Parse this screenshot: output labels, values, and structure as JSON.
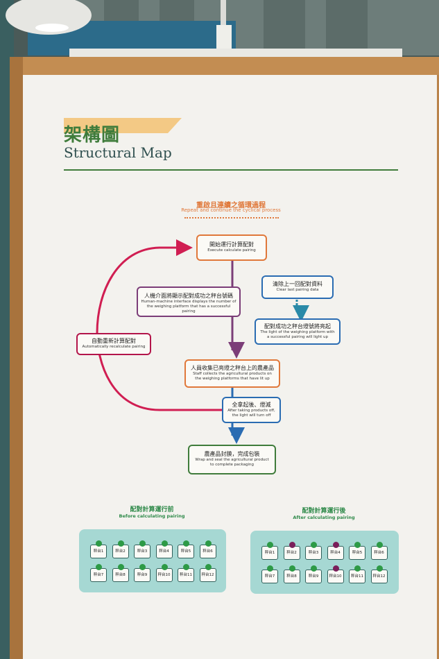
{
  "heading": {
    "zh": "架構圖",
    "en": "Structural Map"
  },
  "repeat": {
    "zh": "重啟且連續之循環過程",
    "en": "Repeat and continue the cyclical process"
  },
  "boxes": {
    "execute": {
      "zh": "開始運行計算配對",
      "en": "Execute calculate pairing"
    },
    "hmi": {
      "zh": "人機介面將顯示配對成功之秤台號碼",
      "en1": "Human-machine interface displays the number of",
      "en2": "the weighing platform that has a successful pairing"
    },
    "clear": {
      "zh": "清除上一回配對資料",
      "en": "Clear last pairing data"
    },
    "light": {
      "zh": "配對成功之秤台燈號將亮起",
      "en1": "The light of the weighing platform with",
      "en2": "a successful pairing will light up"
    },
    "recalc": {
      "zh": "自動重新計算配對",
      "en": "Automatically recalculate pairing"
    },
    "collect": {
      "zh": "人員收集已亮燈之秤台上的農產品",
      "en1": "Staff collects the agricultural products on",
      "en2": "the weighing platforms that have lit up"
    },
    "off": {
      "zh": "全拿起後、燈滅",
      "en1": "After taking products off,",
      "en2": "the light will turn off"
    },
    "wrap": {
      "zh": "農產品封膜，完成包裝",
      "en1": "Wrap and seal the agricultural product",
      "en2": "to complete packaging"
    }
  },
  "before": {
    "zh": "配對計算運行前",
    "en": "Before calculating pairing",
    "platforms": [
      "秤台1",
      "秤台2",
      "秤台3",
      "秤台4",
      "秤台5",
      "秤台6",
      "秤台7",
      "秤台8",
      "秤台9",
      "秤台10",
      "秤台11",
      "秤台12"
    ],
    "lit": [
      false,
      false,
      false,
      false,
      false,
      false,
      false,
      false,
      false,
      false,
      false,
      false
    ]
  },
  "after": {
    "zh": "配對計算運行後",
    "en": "After calculating pairing",
    "platforms": [
      "秤台1",
      "秤台2",
      "秤台3",
      "秤台4",
      "秤台5",
      "秤台6",
      "秤台7",
      "秤台8",
      "秤台9",
      "秤台10",
      "秤台11",
      "秤台12"
    ],
    "lit": [
      false,
      true,
      false,
      true,
      false,
      false,
      false,
      false,
      false,
      true,
      false,
      false
    ]
  },
  "colors": {
    "green_dot": "#2d9a46",
    "lit_dot": "#7a1f5a",
    "panel": "#a6d8d3"
  }
}
